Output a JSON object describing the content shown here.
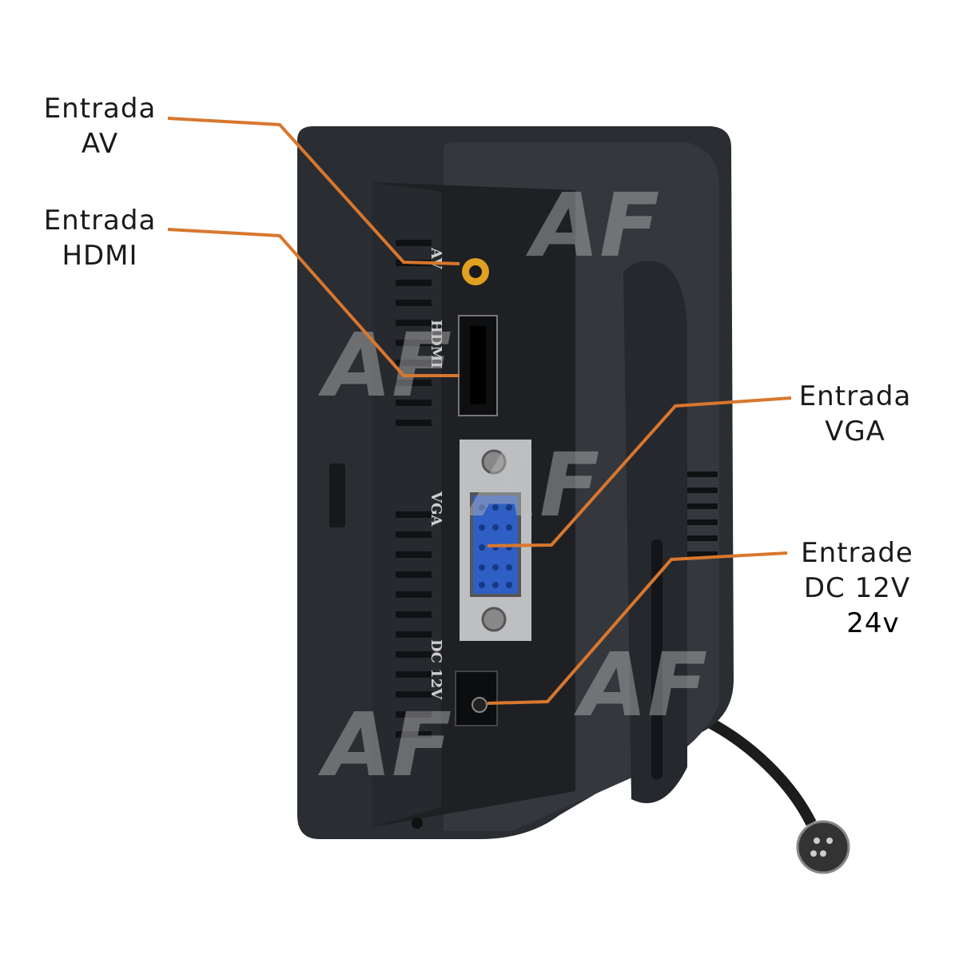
{
  "callouts": {
    "av": {
      "line1": "Entrada",
      "line2": "AV"
    },
    "hdmi": {
      "line1": "Entrada",
      "line2": "HDMI"
    },
    "vga": {
      "line1": "Entrada",
      "line2": "VGA"
    },
    "dc": {
      "line1": "Entrade",
      "line2": "DC 12V",
      "line3": "24v"
    }
  },
  "device_port_labels": {
    "av": "AV",
    "hdmi": "HDMI",
    "vga": "VGA",
    "dc": "DC 12V"
  },
  "watermark": "AF",
  "colors": {
    "leader": "#d8772e",
    "body": "#2a2d31",
    "vga_blue": "#2f5fc4",
    "av_gold": "#e0a020"
  }
}
